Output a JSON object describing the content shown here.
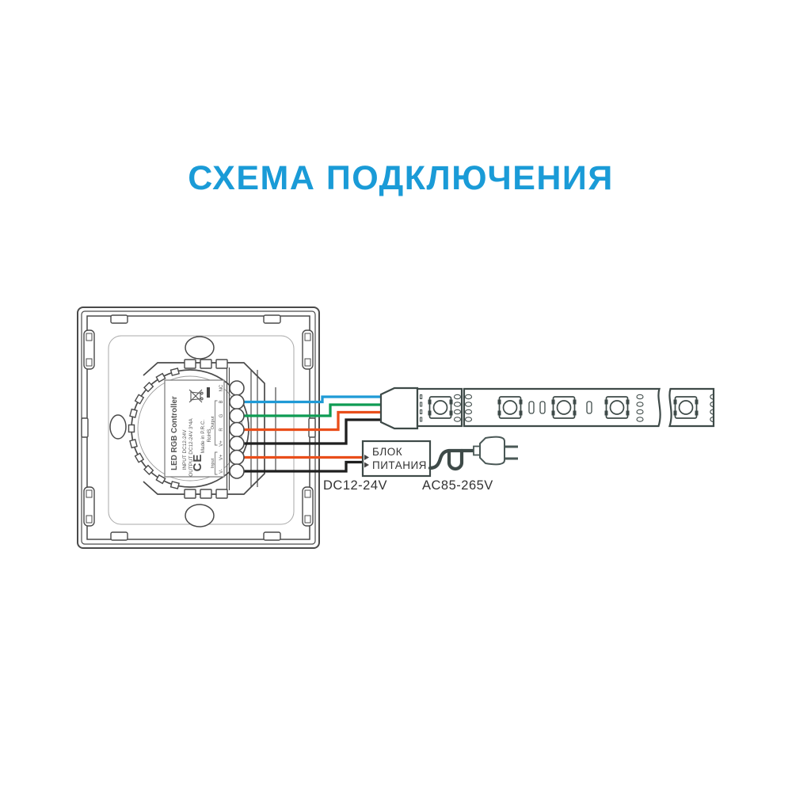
{
  "title": {
    "text": "СХЕМА ПОДКЛЮЧЕНИЯ"
  },
  "colors": {
    "title": "#1A9BD7",
    "wire_blue": "#1F9AD6",
    "wire_green": "#0E9B53",
    "wire_red": "#E94E1A",
    "wire_black": "#1F1F1F",
    "outline_dark": "#3E4A48"
  },
  "controller": {
    "name_label": "LED RGB Controller",
    "input_label": "INPUT DC12-24V",
    "output_label": "OUTPUT DC12-24V 3*4A",
    "made_in": "Made in P.R.C.",
    "rohs": "RoHS",
    "ce": "CE",
    "terminals": [
      "NC",
      "B",
      "G",
      "R",
      "V+",
      "V+",
      "V-"
    ],
    "output_group": "Output",
    "input_group": "Input"
  },
  "power_supply": {
    "line1": "БЛОК",
    "line2": "ПИТАНИЯ",
    "dc_rating": "DC12-24V",
    "ac_rating": "AC85-265V"
  }
}
